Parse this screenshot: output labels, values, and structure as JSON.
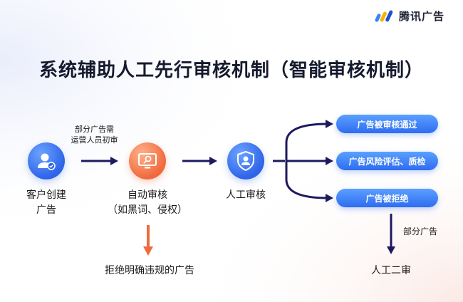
{
  "brand": {
    "name": "腾讯广告"
  },
  "title": "系统辅助人工先行审核机制（智能审核机制）",
  "steps": {
    "create": {
      "label_line1": "客户创建",
      "label_line2": "广告"
    },
    "note": {
      "line1": "部分广告需",
      "line2": "运营人员初审"
    },
    "auto": {
      "label_line1": "自动审核",
      "label_line2": "（如黑词、侵权）"
    },
    "manual": {
      "label": "人工审核"
    }
  },
  "outcomes": [
    {
      "label": "广告被审核通过"
    },
    {
      "label": "广告风险评估、质检"
    },
    {
      "label": "广告被拒绝"
    }
  ],
  "reject_note": "拒绝明确违规的广告",
  "partial_note": "部分广告",
  "second_review": "人工二审",
  "colors": {
    "blue": "#2f6cf0",
    "orange": "#f06a3c",
    "arrow_dark": "#1d1a5e"
  },
  "icons": [
    "brand-logo-icon",
    "user-check-icon",
    "magnifier-screen-icon",
    "shield-user-icon"
  ]
}
